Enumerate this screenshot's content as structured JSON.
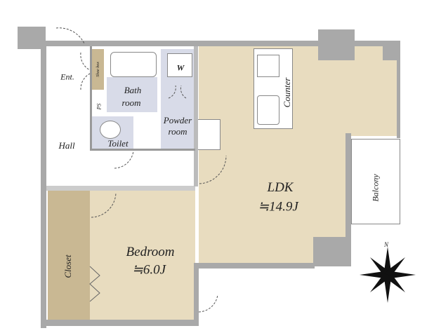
{
  "rooms": {
    "entrance": "Ent.",
    "shoe_box": "Shoe box",
    "bathroom_line1": "Bath",
    "bathroom_line2": "room",
    "washer": "W",
    "ps": "PS",
    "powder_line1": "Powder",
    "powder_line2": "room",
    "toilet": "Toilet",
    "hall": "Hall",
    "counter": "Counter",
    "ldk": "LDK",
    "ldk_size": "≒14.9J",
    "balcony": "Balcony",
    "bedroom": "Bedroom",
    "bedroom_size": "≒6.0J",
    "closet": "Closet"
  },
  "compass": {
    "north": "N"
  },
  "colors": {
    "wall": "#a9a9a9",
    "ldk": "#e8dcbf",
    "wet": "#d8dbe8",
    "closet": "#c9b893"
  }
}
